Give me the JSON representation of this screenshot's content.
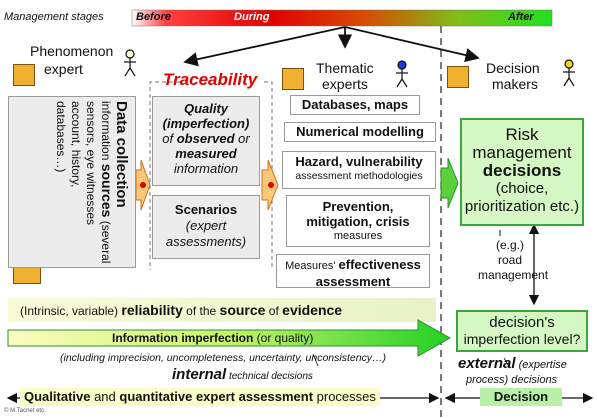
{
  "stages": {
    "label": "Management stages",
    "before": "Before",
    "during": "During",
    "after": "After"
  },
  "actors": {
    "phenomenon_line1": "Phenomenon",
    "phenomenon_line2": "expert",
    "thematic_line1": "Thematic",
    "thematic_line2": "experts",
    "decision_line1": "Decision",
    "decision_line2": "makers"
  },
  "traceability": "Traceability",
  "data_collection": {
    "title": "Data collection",
    "line2a": "information ",
    "line2b": "sources",
    "line2c": " (several",
    "line3": "sensors, eye witnesses",
    "line4": "account, history,",
    "line5": "databases…)"
  },
  "quality": {
    "l1": "Quality",
    "l2": "(imperfection)",
    "l3a": "of ",
    "l3b": "observed",
    "l3c": " or",
    "l4": "measured",
    "l5": "information"
  },
  "scenarios": {
    "l1": "Scenarios",
    "l2": "(expert",
    "l3": "assessments)"
  },
  "thematic_boxes": {
    "databases": "Databases, maps",
    "numerical": "Numerical modelling",
    "hazard_l1": "Hazard, vulnerability",
    "hazard_l2": "assessment methodologies",
    "prevention_l1": "Prevention,",
    "prevention_l2": "mitigation, crisis",
    "prevention_l3": "measures",
    "measures_l1": "Measures' ",
    "measures_l1b": "effectiveness",
    "measures_l2": "assessment"
  },
  "risk": {
    "l1": "Risk",
    "l2": "management",
    "l3": "decisions",
    "l4": "(choice,",
    "l5": "prioritization etc.)"
  },
  "road": {
    "l1": "(e.g.)",
    "l2": "road",
    "l3": "management"
  },
  "reliability": {
    "a": "(Intrinsic, variable) ",
    "b": "reliability",
    "c": " of the ",
    "d": "source",
    "e": " of ",
    "f": "evidence"
  },
  "imperfection": {
    "a": "Information imperfection",
    "b": " (or quality)",
    "sub": "(including imprecision, uncompleteness, uncertainty, unconsistency…)"
  },
  "decision_level": {
    "l1": "decision's",
    "l2": "imperfection level?"
  },
  "internal": {
    "a": "internal",
    "b": " technical decisions"
  },
  "external": {
    "a": "external",
    "b": " (expertise",
    "c": "process) decisions"
  },
  "bottom": {
    "a": "Qualitative",
    "b": " and ",
    "c": "quantitative expert assessment",
    "d": " processes",
    "decision": "Decision"
  },
  "credit": "© M.Tacnet etc."
}
